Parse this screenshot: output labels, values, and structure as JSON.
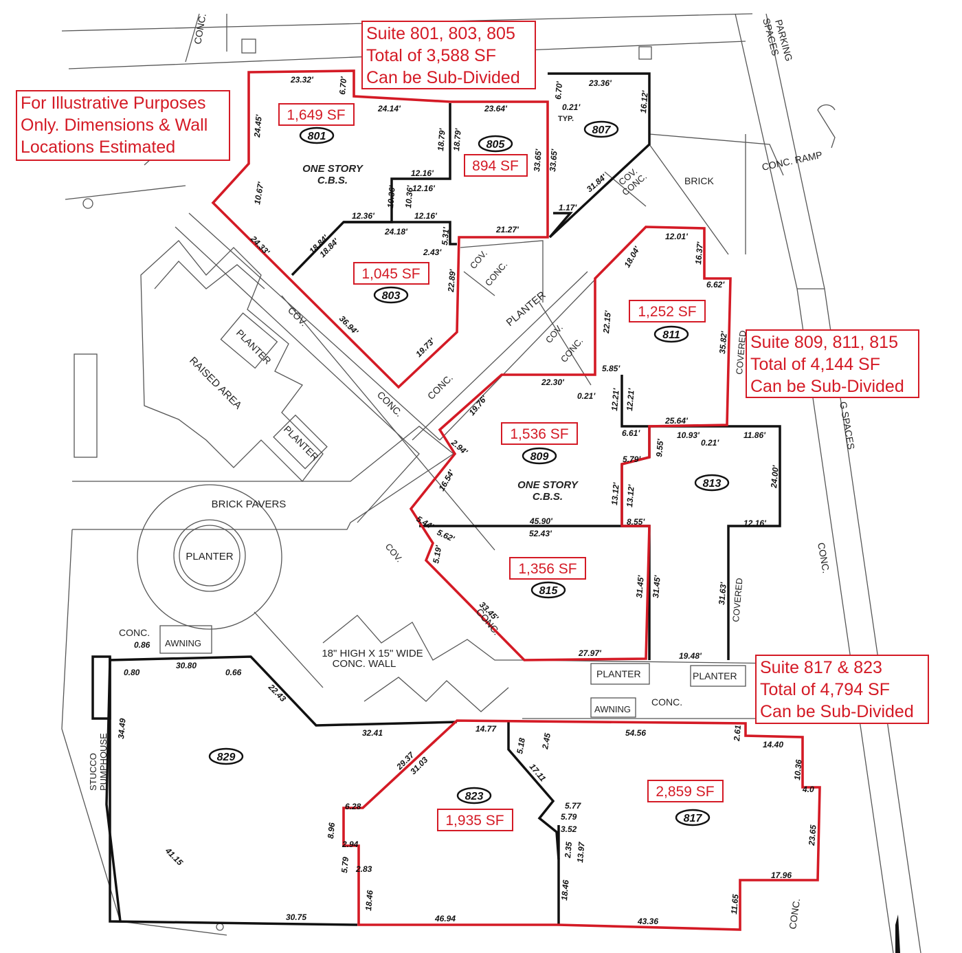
{
  "notes": {
    "illustrative": [
      "For Illustrative Purposes",
      "Only. Dimensions & Wall",
      "Locations Estimated"
    ]
  },
  "suite_groups": [
    {
      "lines": [
        "Suite 801, 803, 805",
        "Total of 3,588 SF",
        "Can be Sub-Divided"
      ]
    },
    {
      "lines": [
        "Suite 809, 811, 815",
        "Total of 4,144 SF",
        "Can be Sub-Divided"
      ]
    },
    {
      "lines": [
        "Suite 817 & 823",
        "Total of 4,794 SF",
        "Can be Sub-Divided"
      ]
    }
  ],
  "suites": [
    {
      "number": "801",
      "area": "1,649 SF"
    },
    {
      "number": "805",
      "area": "894 SF"
    },
    {
      "number": "803",
      "area": "1,045 SF"
    },
    {
      "number": "807",
      "area": ""
    },
    {
      "number": "811",
      "area": "1,252 SF"
    },
    {
      "number": "809",
      "area": "1,536 SF"
    },
    {
      "number": "813",
      "area": ""
    },
    {
      "number": "815",
      "area": "1,356 SF"
    },
    {
      "number": "829",
      "area": ""
    },
    {
      "number": "823",
      "area": "1,935 SF"
    },
    {
      "number": "817",
      "area": "2,859 SF"
    }
  ],
  "site_labels": {
    "one_story_1": [
      "ONE STORY",
      "C.B.S."
    ],
    "one_story_2": [
      "ONE STORY",
      "C.B.S."
    ],
    "parking_spaces_top": [
      "PARKING",
      "SPACES"
    ],
    "parking_spaces_side": "G SPACES",
    "conc_ramp": "CONC. RAMP",
    "brick": "BRICK",
    "cov_conc_1": [
      "COV.",
      "CONC."
    ],
    "cov_conc_2": [
      "COV.",
      "CONC."
    ],
    "cov_conc_3": [
      "COV.",
      "CONC."
    ],
    "planter_diag": "PLANTER",
    "cov": "COV.",
    "conc_1": "CONC.",
    "conc_2": "CONC.",
    "conc_3": "CONC.",
    "conc_4": "CONC.",
    "conc_5": "CONC.",
    "conc_6": "CONC.",
    "conc_7": "CONC.",
    "conc_top": "CONC.",
    "raised_area": "RAISED AREA",
    "planter_1": "PLANTER",
    "planter_2": "PLANTER",
    "planter_circle": "PLANTER",
    "brick_pavers": "BRICK PAVERS",
    "wall_note": [
      "18\" HIGH X 15\" WIDE",
      "CONC. WALL"
    ],
    "awning_1": "AWNING",
    "awning_2": "AWNING",
    "planter_3": "PLANTER",
    "planter_4": "PLANTER",
    "covered_1": "COVERED",
    "covered_2": "COVERED",
    "cov_2": "COV.",
    "pumphouse": [
      "STUCCO",
      "PUMPHOUSE"
    ],
    "typ": "TYP."
  },
  "dimensions": [
    "23.32'",
    "6.70'",
    "24.14'",
    "23.64'",
    "24.45'",
    "18.79'",
    "18.79'",
    "33.65'",
    "33.65'",
    "12.16'",
    "12.16'",
    "10.36'",
    "10.36'",
    "10.67'",
    "12.36'",
    "12.16'",
    "24.18'",
    "18.84'",
    "18.84'",
    "24.33'",
    "2.43'",
    "5.31'",
    "22.89'",
    "21.27'",
    "36.94'",
    "19.73'",
    "6.70'",
    "23.36'",
    "16.12'",
    "0.21'",
    "31.84'",
    "1.17'",
    "12.01'",
    "16.37'",
    "18.04'",
    "6.62'",
    "22.15'",
    "35.82'",
    "5.85'",
    "22.30'",
    "0.21'",
    "12.21'",
    "12.21'",
    "19.76'",
    "25.64'",
    "6.61'",
    "10.93'",
    "0.21'",
    "11.86'",
    "2.94'",
    "9.55'",
    "5.79'",
    "24.00'",
    "16.54'",
    "13.12'",
    "13.12'",
    "5.44'",
    "5.62'",
    "45.90'",
    "52.43'",
    "8.55'",
    "12.16'",
    "5.19'",
    "31.45'",
    "31.45'",
    "31.63'",
    "33.45'",
    "27.97'",
    "19.48'",
    "0.86",
    "0.80",
    "30.80",
    "0.66",
    "22.43",
    "34.49",
    "32.41",
    "14.77",
    "54.56",
    "2.61",
    "14.40",
    "10.36",
    "4.0",
    "29.37",
    "31.03",
    "5.18",
    "2.45",
    "17.11",
    "6.28",
    "5.77",
    "5.79",
    "3.52",
    "8.96",
    "2.94",
    "5.79",
    "2.83",
    "23.65",
    "18.46",
    "41.15",
    "2.35",
    "13.97",
    "18.46",
    "17.96",
    "30.75",
    "46.94",
    "43.36",
    "11.65"
  ],
  "colors": {
    "accent": "#d41a25",
    "linework": "#111111",
    "background": "#ffffff"
  }
}
